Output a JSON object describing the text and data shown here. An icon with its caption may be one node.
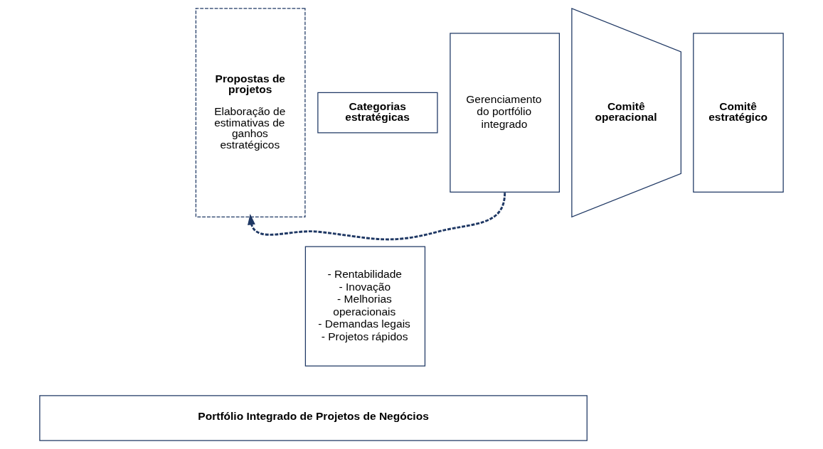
{
  "diagram": {
    "nodes": [
      {
        "text": [
          "Propostas de projetos",
          "Elaboração de estimativas de ganhos estratégicos"
        ]
      },
      {
        "text": [
          "Comitê operacional"
        ]
      },
      {
        "text": [
          "Categorias estratégicas"
        ]
      },
      {
        "text": [
          "- Rentabilidade",
          "- Inovação",
          "- Melhorias operacionais",
          "- Demandas legais",
          "- Projetos rápidos"
        ]
      },
      {
        "text": [
          "Comitê estratégico"
        ]
      },
      {
        "text": [
          "Gerenciamento do portfólio integrado"
        ]
      },
      {
        "text": [
          "Portfólio Integrado de Projetos de Negócios"
        ]
      }
    ],
    "edges": [
      {
        "from": 5,
        "to": 0,
        "arrow": "to",
        "style": "dashed"
      }
    ]
  }
}
